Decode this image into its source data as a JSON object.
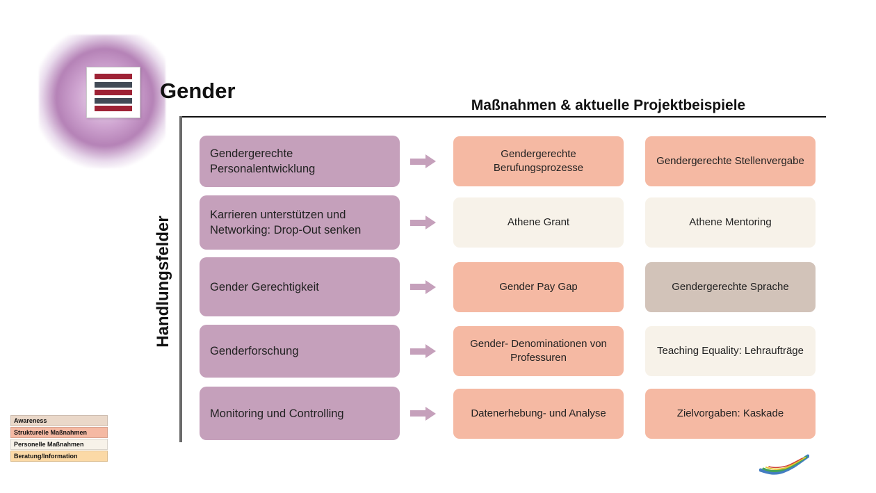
{
  "title": "Gender",
  "column_header": "Maßnahmen & aktuelle Projektbeispiele",
  "axis_label": "Handlungsfelder",
  "colors": {
    "field_box": "#c5a0bb",
    "arrow": "#c5a0bb",
    "logo_red": "#9e2235",
    "logo_slate": "#424a56",
    "strukturelle_massnahmen": "#f5b9a3",
    "personelle_massnahmen": "#f7f2e9",
    "awareness": "#ead8c9",
    "beratung_information": "#fbd9a6"
  },
  "rows": [
    {
      "field": "Gendergerechte Personalentwicklung",
      "examples": [
        {
          "text": "Gendergerechte Berufungsprozesse",
          "color": "#f5b9a3"
        },
        {
          "text": "Gendergerechte Stellenvergabe",
          "color": "#f5b9a3"
        }
      ]
    },
    {
      "field": "Karrieren unterstützen und Networking: Drop-Out senken",
      "examples": [
        {
          "text": "Athene Grant",
          "color": "#f7f2e9"
        },
        {
          "text": "Athene Mentoring",
          "color": "#f7f2e9"
        }
      ]
    },
    {
      "field": "Gender Gerechtigkeit",
      "examples": [
        {
          "text": "Gender Pay Gap",
          "color": "#f5b9a3"
        },
        {
          "text": "Gendergerechte Sprache",
          "color": "#d2c3b9"
        }
      ]
    },
    {
      "field": "Genderforschung",
      "examples": [
        {
          "text": "Gender- Denominationen von Professuren",
          "color": "#f5b9a3"
        },
        {
          "text": "Teaching Equality: Lehraufträge",
          "color": "#f7f2e9"
        }
      ]
    },
    {
      "field": "Monitoring und Controlling",
      "examples": [
        {
          "text": "Datenerhebung- und Analyse",
          "color": "#f5b9a3"
        },
        {
          "text": "Zielvorgaben: Kaskade",
          "color": "#f5b9a3"
        }
      ]
    }
  ],
  "legend": [
    {
      "label": "Awareness",
      "color": "#ead8c9"
    },
    {
      "label": "Strukturelle Maßnahmen",
      "color": "#f5b9a3"
    },
    {
      "label": "Personelle Maßnahmen",
      "color": "#f7f2e9"
    },
    {
      "label": "Beratung/Information",
      "color": "#fbd9a6"
    }
  ]
}
